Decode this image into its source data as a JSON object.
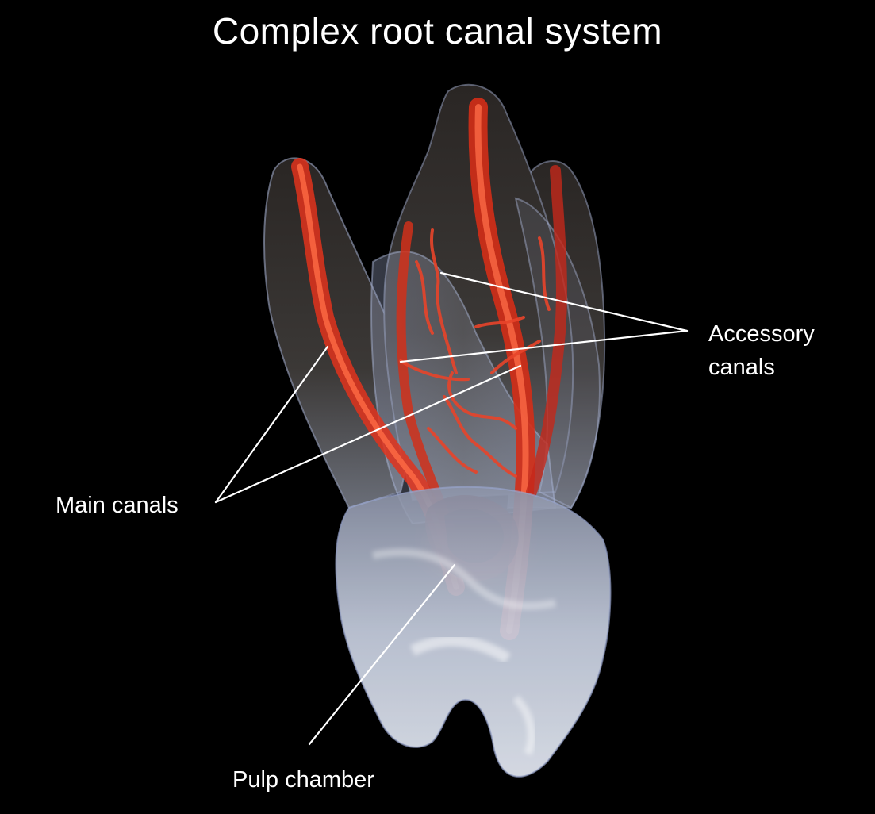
{
  "title": "Complex root canal system",
  "labels": {
    "accessory_line1": "Accessory",
    "accessory_line2": "canals",
    "main": "Main canals",
    "pulp": "Pulp chamber"
  },
  "colors": {
    "background": "#000000",
    "canal": "#e2331c",
    "enamel": "#b9c6e3",
    "leader": "#ffffff"
  }
}
